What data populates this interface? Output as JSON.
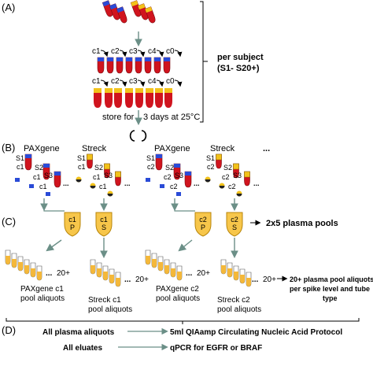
{
  "sections": {
    "a": "(A)",
    "b": "(B)",
    "c": "(C)",
    "d": "(D)"
  },
  "panel_a": {
    "row1_labels": [
      "c1",
      "c2",
      "c3",
      "c4",
      "c0"
    ],
    "row2_labels": [
      "c1",
      "c2",
      "c3",
      "c4",
      "c0"
    ],
    "storage_prefix": "store for",
    "storage_suffix": "3 days at  25°C",
    "per_subject_line1": "per subject",
    "per_subject_line2": "(S1- S20+)"
  },
  "panel_b": {
    "group_labels": [
      "PAXgene",
      "Streck",
      "PAXgene",
      "Streck"
    ],
    "more": "...",
    "s1": "S1",
    "s2": "S2",
    "s3": "S3",
    "c1": "c1",
    "c2": "c2",
    "dots": "..."
  },
  "panel_c": {
    "shield_labels": [
      {
        "line1": "c1",
        "line2": "P"
      },
      {
        "line1": "c1",
        "line2": "S"
      },
      {
        "line1": "c2",
        "line2": "P"
      },
      {
        "line1": "c2",
        "line2": "S"
      }
    ],
    "plasma_pools": "2x5 plasma pools",
    "aliquot_more": "20+",
    "aliquot_dots": "...",
    "captions": [
      {
        "line1": "PAXgene c1",
        "line2": "pool aliquots"
      },
      {
        "line1": "Streck c1",
        "line2": "pool aliquots"
      },
      {
        "line1": "PAXgene c2",
        "line2": "pool aliquots"
      },
      {
        "line1": "Streck c2",
        "line2": "pool aliquots"
      }
    ],
    "note_line1": "20+ plasma pool aliquots",
    "note_line2": "per spike level and tube",
    "note_line3": "type"
  },
  "panel_d": {
    "row1_left": "All plasma aliquots",
    "row1_right": "5ml QIAamp Circulating Nucleic Acid Protocol",
    "row2_left": "All eluates",
    "row2_right": "qPCR for EGFR or BRAF"
  },
  "colors": {
    "tube_red": "#d0141e",
    "cap_blue": "#2a4bd7",
    "cap_yellow": "#f2c21a",
    "shield_fill": "#f7c64a",
    "shield_stroke": "#b8860b",
    "aliquot_fill": "#f4b83a",
    "arrow_gray": "#6b8f87"
  }
}
